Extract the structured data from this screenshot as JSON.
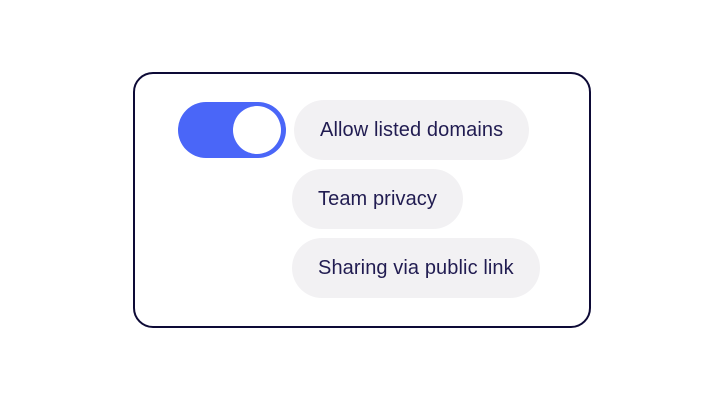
{
  "card": {
    "toggle": {
      "state": "on",
      "controls": "Allow listed domains"
    },
    "options": [
      {
        "label": "Allow listed domains",
        "has_toggle": true
      },
      {
        "label": "Team privacy",
        "has_toggle": false
      },
      {
        "label": "Sharing via public link",
        "has_toggle": false
      }
    ]
  },
  "colors": {
    "toggle_on": "#4a66f8",
    "toggle_knob": "#ffffff",
    "pill_background": "#f2f1f3",
    "label_text": "#211c51",
    "card_border": "#0d0a36",
    "page_background": "#ffffff"
  }
}
